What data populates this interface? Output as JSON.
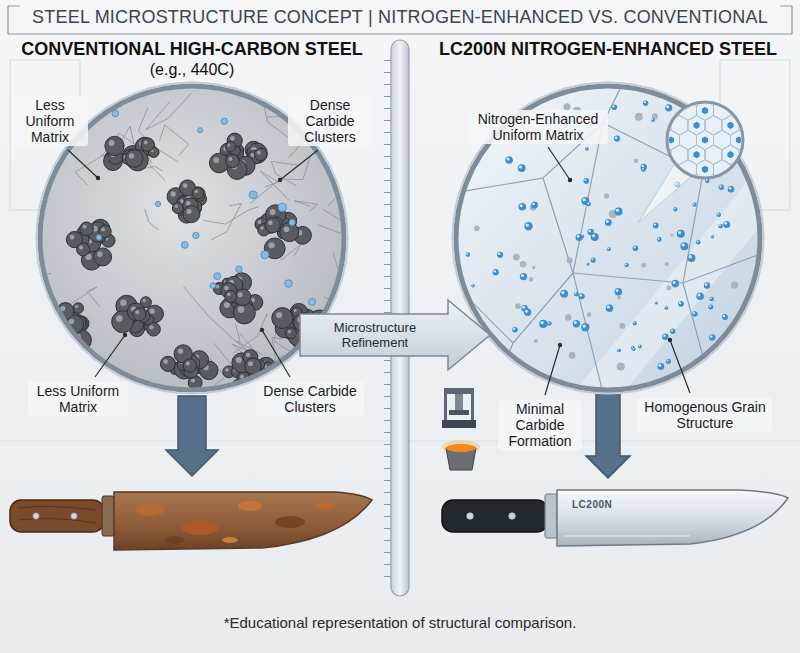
{
  "diagram": {
    "title": "STEEL MICROSTRUCTURE CONCEPT | NITROGEN-ENHANCED VS. CONVENTIONAL",
    "caption": "*Educational representation of structural comparison.",
    "nodes": [
      {
        "text": [
          "CONVENTIONAL HIGH-CARBON STEEL",
          "(e.g., 440C)"
        ]
      },
      {
        "text": [
          "Microstructure Refinement"
        ]
      },
      {
        "text": [
          "LC200N NITROGEN-ENHANCED STEEL"
        ]
      },
      {
        "text": [
          "LC200N"
        ]
      }
    ],
    "edges": [
      {
        "from": 2,
        "to": 3,
        "arrow": "to"
      }
    ],
    "labels": [
      "Less Uniform Matrix",
      "Dense Carbide Clusters",
      "Less Uniform Matrix",
      "Dense Carbide Clusters",
      "Nitrogen-Enhanced Uniform Matrix",
      "Minimal Carbide Formation",
      "Homogenous Grain Structure"
    ]
  }
}
